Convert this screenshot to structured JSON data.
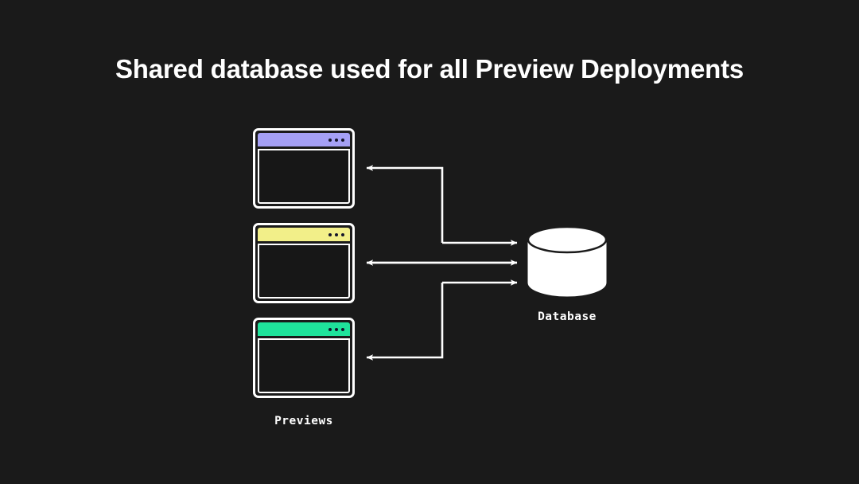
{
  "slide": {
    "title": "Shared database used for all Preview Deployments",
    "background_color": "#1a1a1a",
    "foreground_color": "#ffffff"
  },
  "diagram": {
    "previews_caption": "Previews",
    "database_caption": "Database",
    "windows": [
      {
        "id": "preview-1",
        "titlebar_color": "#a5a0f5",
        "dot_color": "#14142b",
        "dots": 3
      },
      {
        "id": "preview-2",
        "titlebar_color": "#f2ef89",
        "dot_color": "#14142b",
        "dots": 3
      },
      {
        "id": "preview-3",
        "titlebar_color": "#1fe39b",
        "dot_color": "#14142b",
        "dots": 3
      }
    ],
    "database": {
      "shape": "cylinder",
      "fill_color": "#ffffff",
      "stroke_color": "#1a1a1a"
    },
    "connectors": [
      {
        "id": "connector-preview-1",
        "from": "database",
        "to": "preview-1",
        "direction": "bidirectional-split",
        "stroke_color": "#ffffff"
      },
      {
        "id": "connector-preview-2",
        "from": "preview-2",
        "to": "database",
        "direction": "bidirectional",
        "stroke_color": "#ffffff"
      },
      {
        "id": "connector-preview-3",
        "from": "database",
        "to": "preview-3",
        "direction": "bidirectional-split",
        "stroke_color": "#ffffff"
      }
    ]
  }
}
